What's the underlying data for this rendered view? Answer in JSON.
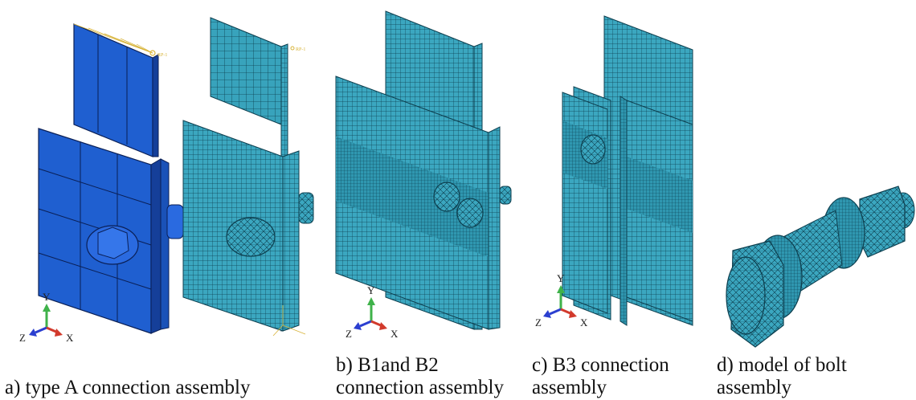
{
  "panels": [
    {
      "id": "a",
      "caption_lines": [
        "a)  type A connection assembly"
      ],
      "render": "solid",
      "triad": {
        "y": "Y",
        "z": "Z",
        "x": "X"
      },
      "ref_point_label": "RP-1"
    },
    {
      "id": "a-mesh",
      "caption_lines": [],
      "render": "mesh",
      "ref_point_label": "RP-1"
    },
    {
      "id": "b",
      "caption_lines": [
        "b)  B1and B2",
        "connection assembly"
      ],
      "render": "mesh",
      "triad": {
        "y": "Y",
        "z": "Z",
        "x": "X"
      }
    },
    {
      "id": "c",
      "caption_lines": [
        "c)  B3 connection",
        "assembly"
      ],
      "render": "mesh",
      "triad": {
        "y": "Y",
        "z": "Z",
        "x": "X"
      }
    },
    {
      "id": "d",
      "caption_lines": [
        "d)  model of bolt",
        "assembly"
      ],
      "render": "mesh"
    }
  ],
  "colors": {
    "solid_fill": "#1f5fd0",
    "solid_edge": "#0a1f55",
    "mesh_fill": "#3ba7c0",
    "mesh_line": "#0d3f4f",
    "ref_point": "#d8b43a",
    "axis_y": "#3fb24a",
    "axis_x": "#d23a2c",
    "axis_z": "#2b3fd0"
  }
}
